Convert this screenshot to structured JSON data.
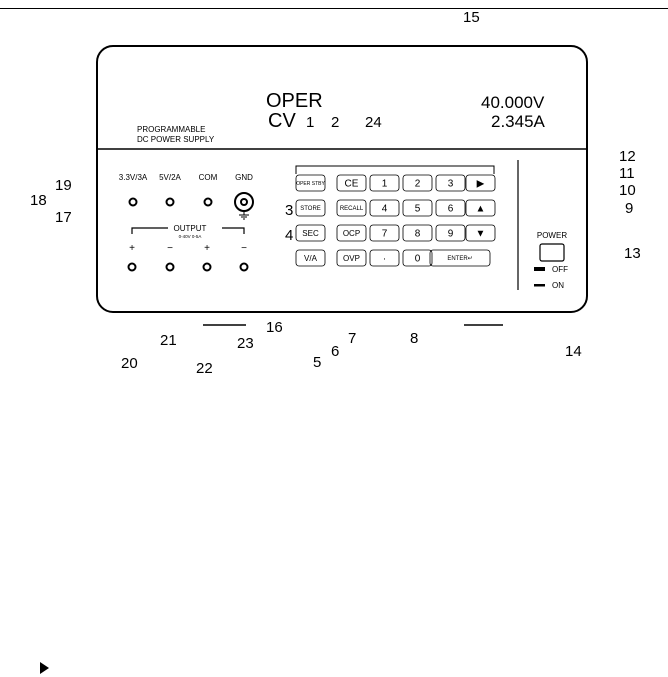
{
  "display": {
    "status_line1": "OPER",
    "status_line2": "CV",
    "voltage": "40.000V",
    "current": "2.345A"
  },
  "panel": {
    "title_line1": "PROGRAMMABLE",
    "title_line2": "DC POWER SUPPLY"
  },
  "terminals": {
    "labels": [
      "3.3V/3A",
      "5V/2A",
      "COM",
      "GND"
    ],
    "output_label": "OUTPUT",
    "output_sublabel": "0-40V 0-5A",
    "polarity": [
      "+",
      "−",
      "+",
      "−"
    ]
  },
  "keypad": {
    "rows": [
      [
        "OPER STBY",
        "CE",
        "1",
        "2",
        "3",
        "▶"
      ],
      [
        "STORE",
        "RECALL",
        "4",
        "5",
        "6",
        "▲"
      ],
      [
        "SEC",
        "OCP",
        "7",
        "8",
        "9",
        "▼"
      ],
      [
        "V/A",
        "OVP",
        "·",
        "0",
        "ENTER↵"
      ]
    ]
  },
  "power": {
    "label": "POWER",
    "off_label": "OFF",
    "on_label": "ON"
  },
  "callouts": [
    "1",
    "2",
    "3",
    "4",
    "5",
    "6",
    "7",
    "8",
    "9",
    "10",
    "11",
    "12",
    "13",
    "14",
    "15",
    "16",
    "17",
    "18",
    "19",
    "20",
    "21",
    "22",
    "23",
    "24"
  ]
}
